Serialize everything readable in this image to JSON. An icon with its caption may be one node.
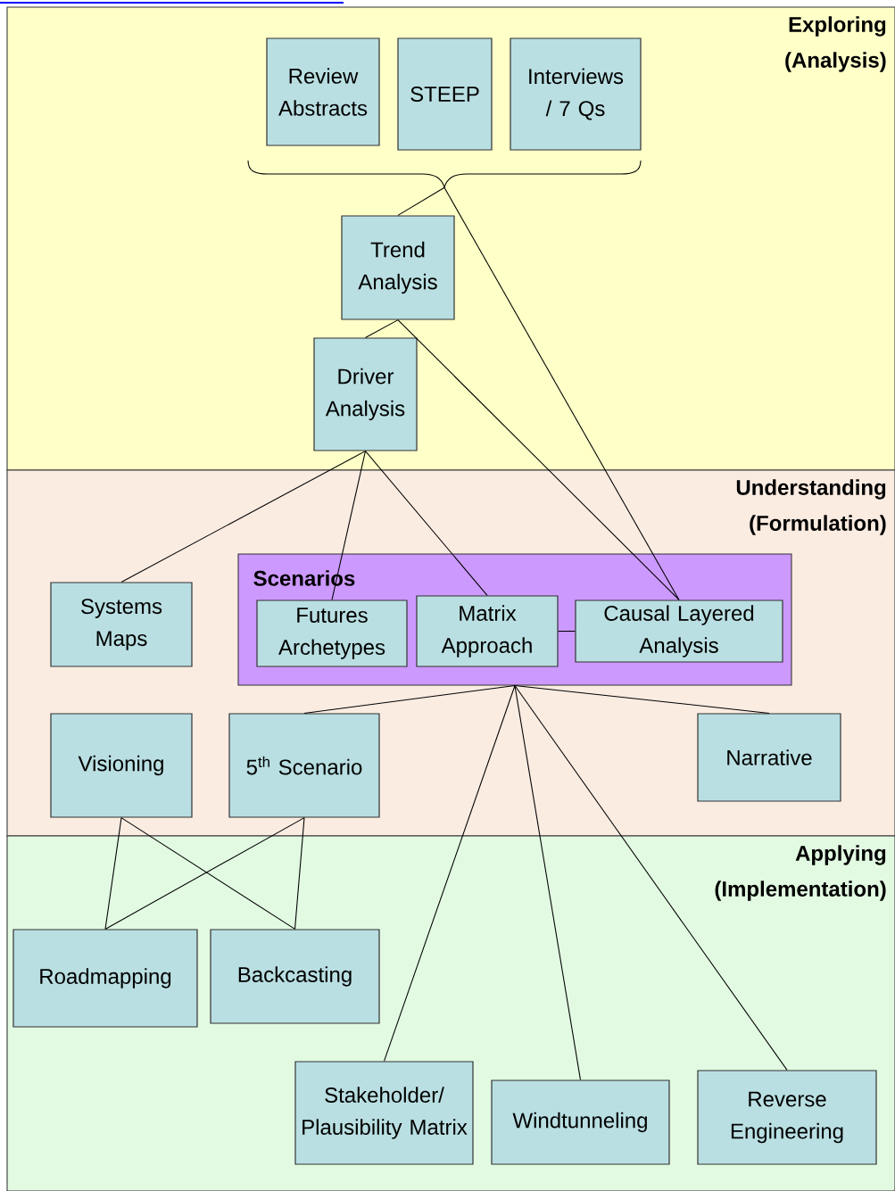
{
  "diagram": {
    "nodes": [
      {
        "text": [
          "Exploring (Analysis)"
        ]
      },
      {
        "text": [
          "Review Abstracts"
        ],
        "in": 0
      },
      {
        "text": [
          "STEEP"
        ],
        "in": 0
      },
      {
        "text": [
          "Interviews / 7 Qs"
        ],
        "in": 0
      },
      {
        "text": [],
        "shape": "brace",
        "in": 0
      },
      {
        "text": [
          "Trend Analysis"
        ],
        "in": 0
      },
      {
        "text": [
          "Driver Analysis"
        ],
        "in": 0
      },
      {
        "text": [
          "Understanding (Formulation)"
        ]
      },
      {
        "text": [
          "Systems Maps"
        ],
        "in": 7
      },
      {
        "text": [
          "Scenarios"
        ],
        "in": 7
      },
      {
        "text": [
          "Futures Archetypes"
        ],
        "in": 9
      },
      {
        "text": [
          "Matrix Approach"
        ],
        "in": 9
      },
      {
        "text": [
          "Causal Layered Analysis"
        ],
        "in": 9
      },
      {
        "text": [
          "Visioning"
        ],
        "in": 7
      },
      {
        "text": [
          "5$^{th}$ Scenario"
        ],
        "in": 7
      },
      {
        "text": [
          "Narrative"
        ],
        "in": 7
      },
      {
        "text": [
          "Applying (Implementation)"
        ]
      },
      {
        "text": [
          "Roadmapping"
        ],
        "in": 16
      },
      {
        "text": [
          "Backcasting"
        ],
        "in": 16
      },
      {
        "text": [
          "Stakeholder/ Plausibility Matrix"
        ],
        "in": 16
      },
      {
        "text": [
          "Windtunneling"
        ],
        "in": 16
      },
      {
        "text": [
          "Reverse Engineering"
        ],
        "in": 16
      }
    ],
    "edges": [
      {
        "from": 4,
        "to": 5,
        "arrow": "none"
      },
      {
        "from": 4,
        "to": 12,
        "arrow": "none"
      },
      {
        "from": 5,
        "to": 6,
        "arrow": "none"
      },
      {
        "from": 5,
        "to": 12,
        "arrow": "none"
      },
      {
        "from": 6,
        "to": 8,
        "arrow": "none"
      },
      {
        "from": 6,
        "to": 10,
        "arrow": "none"
      },
      {
        "from": 6,
        "to": 11,
        "arrow": "none"
      },
      {
        "from": 11,
        "to": 12,
        "arrow": "none"
      },
      {
        "from": 9,
        "to": 14,
        "arrow": "none"
      },
      {
        "from": 9,
        "to": 15,
        "arrow": "none"
      },
      {
        "from": 9,
        "to": 19,
        "arrow": "none"
      },
      {
        "from": 9,
        "to": 20,
        "arrow": "none"
      },
      {
        "from": 9,
        "to": 21,
        "arrow": "none"
      },
      {
        "from": 13,
        "to": 17,
        "arrow": "none"
      },
      {
        "from": 13,
        "to": 18,
        "arrow": "none"
      },
      {
        "from": 14,
        "to": 17,
        "arrow": "none"
      },
      {
        "from": 14,
        "to": 18,
        "arrow": "none"
      }
    ]
  }
}
